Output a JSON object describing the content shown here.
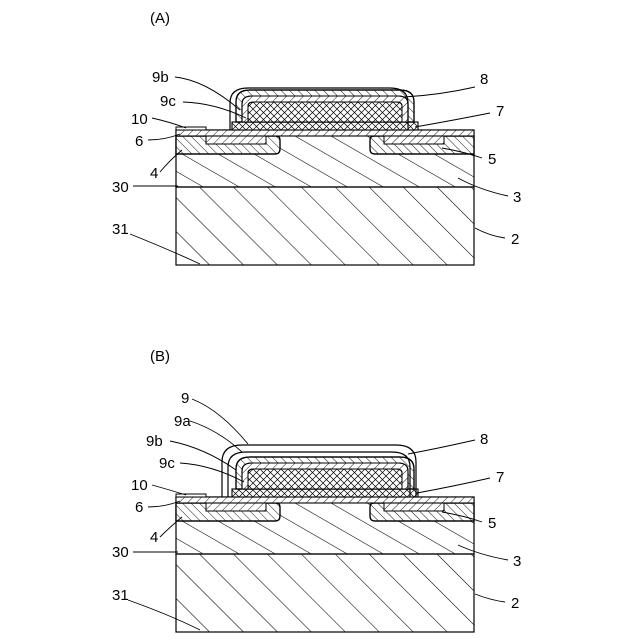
{
  "panels": [
    {
      "id": "A",
      "caption": "(A)",
      "labels": {
        "l9b": "9b",
        "l9c": "9c",
        "l10": "10",
        "l6": "6",
        "l4": "4",
        "l30": "30",
        "l31": "31",
        "l8": "8",
        "l7": "7",
        "l5": "5",
        "l3": "3",
        "l2": "2"
      }
    },
    {
      "id": "B",
      "caption": "(B)",
      "labels": {
        "l9": "9",
        "l9a": "9a",
        "l9b": "9b",
        "l9c": "9c",
        "l10": "10",
        "l6": "6",
        "l4": "4",
        "l30": "30",
        "l31": "31",
        "l8": "8",
        "l7": "7",
        "l5": "5",
        "l3": "3",
        "l2": "2"
      }
    }
  ]
}
